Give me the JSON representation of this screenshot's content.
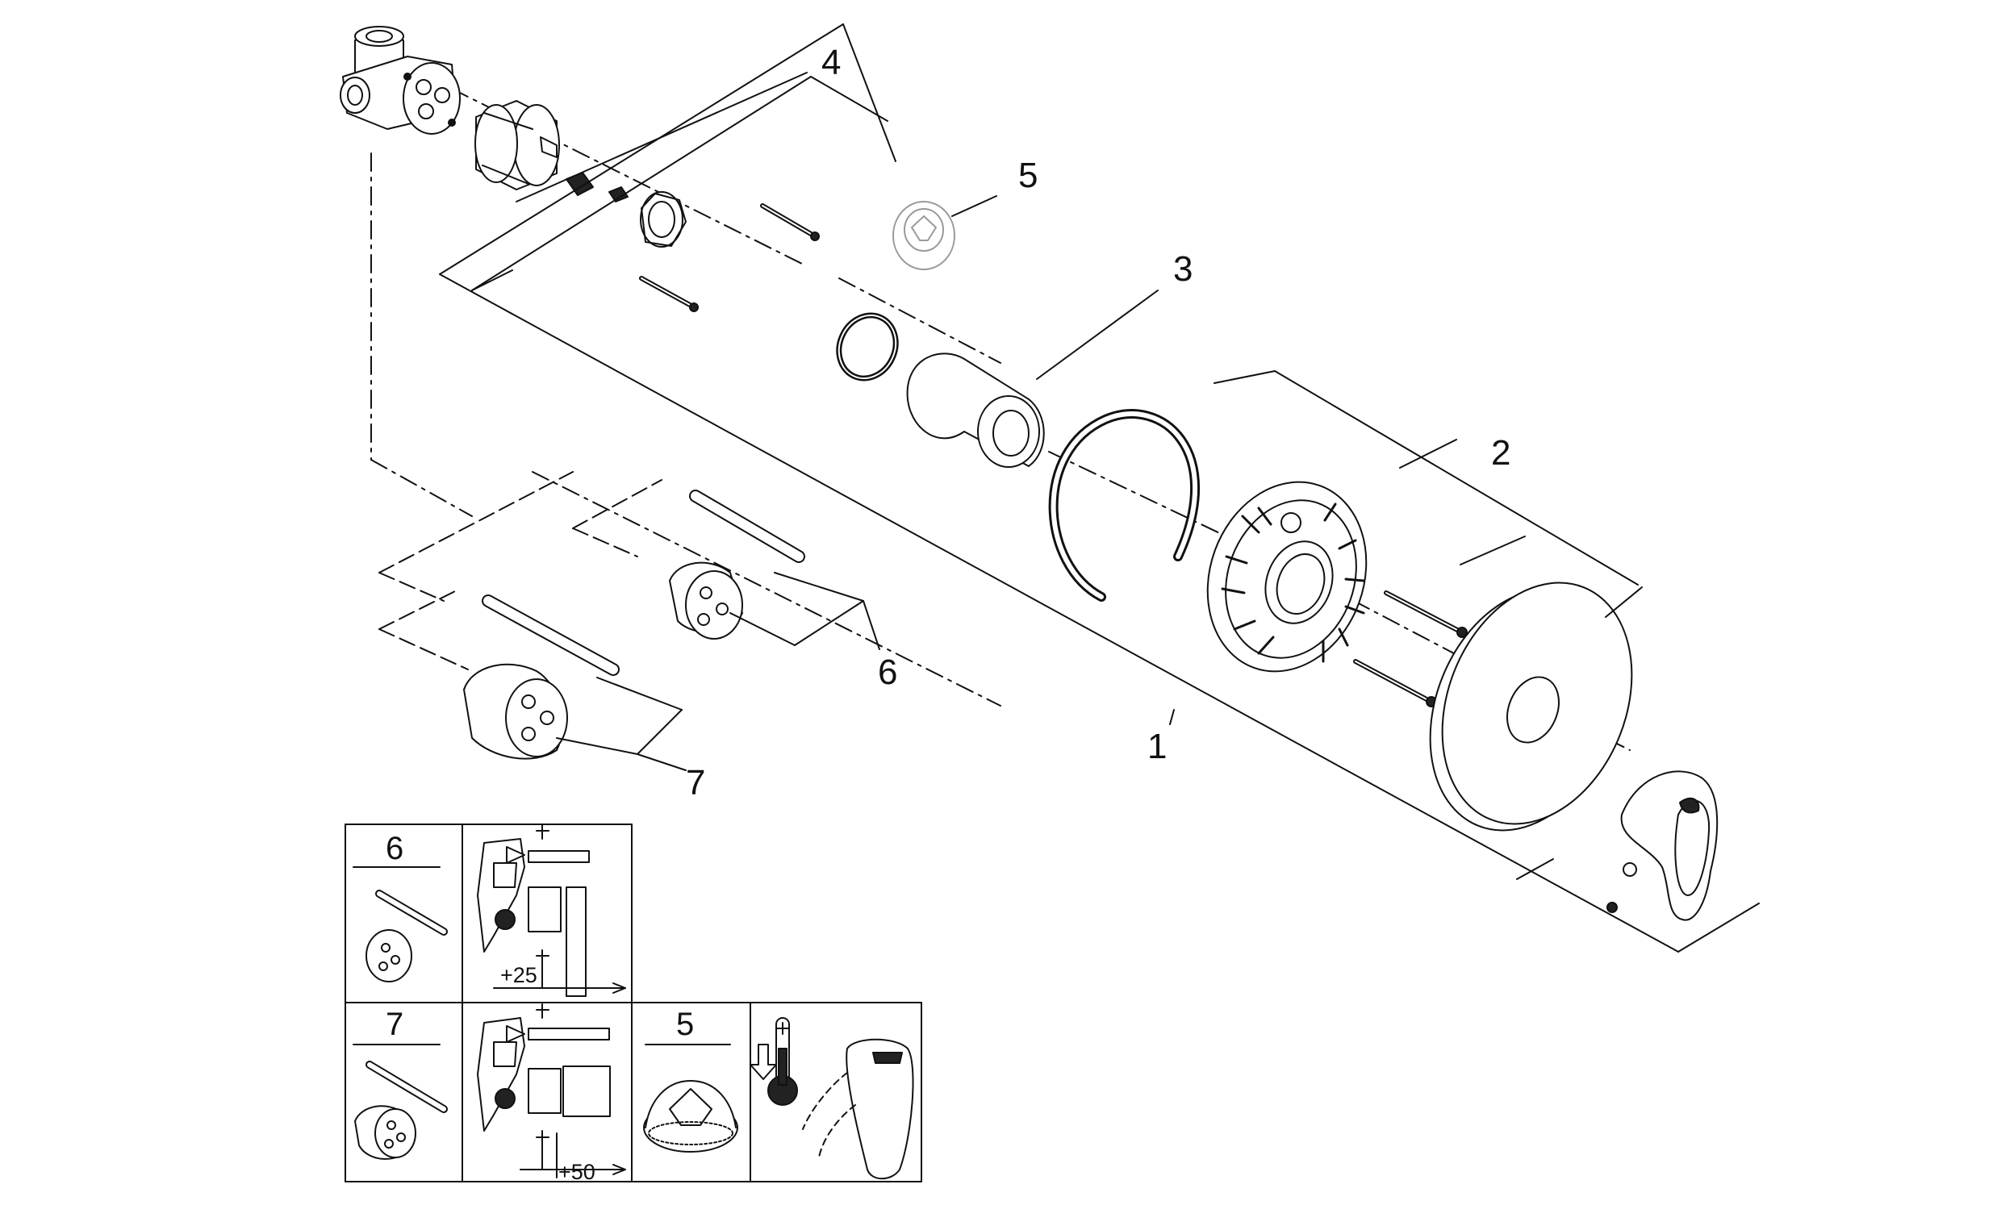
{
  "callouts": {
    "c1": "1",
    "c2": "2",
    "c3": "3",
    "c4": "4",
    "c5": "5",
    "c6": "6",
    "c7": "7"
  },
  "table": {
    "r1_label": "6",
    "r1_dim": "+25",
    "r2_label": "7",
    "r2_dim": "+50",
    "r2_cap_label": "5"
  },
  "colors": {
    "line": "#111111",
    "fill_dark": "#222222",
    "faded": "#9a9a9a",
    "background": "#ffffff"
  }
}
